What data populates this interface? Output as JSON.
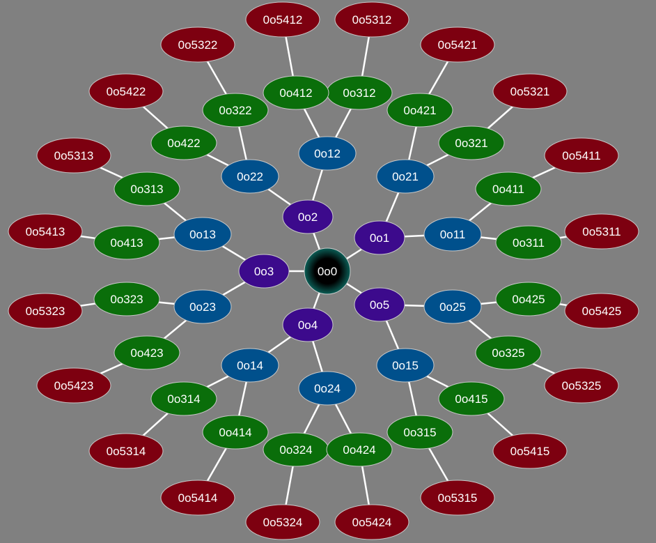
{
  "colors": {
    "background": "#808080",
    "edge": "#ffffff",
    "level0": "#000000",
    "level0_glow": "#0b5f57",
    "level1": "#3c0a8c",
    "level2": "#00508c",
    "level3": "#0a6e0a",
    "level4": "#7d0010",
    "label": "#ffffff"
  },
  "nodes": [
    {
      "id": "0o0",
      "level": 0
    },
    {
      "id": "0o1",
      "level": 1
    },
    {
      "id": "0o2",
      "level": 1
    },
    {
      "id": "0o3",
      "level": 1
    },
    {
      "id": "0o4",
      "level": 1
    },
    {
      "id": "0o5",
      "level": 1
    },
    {
      "id": "0o11",
      "level": 2
    },
    {
      "id": "0o12",
      "level": 2
    },
    {
      "id": "0o13",
      "level": 2
    },
    {
      "id": "0o14",
      "level": 2
    },
    {
      "id": "0o15",
      "level": 2
    },
    {
      "id": "0o21",
      "level": 2
    },
    {
      "id": "0o22",
      "level": 2
    },
    {
      "id": "0o23",
      "level": 2
    },
    {
      "id": "0o24",
      "level": 2
    },
    {
      "id": "0o25",
      "level": 2
    },
    {
      "id": "0o311",
      "level": 3
    },
    {
      "id": "0o312",
      "level": 3
    },
    {
      "id": "0o313",
      "level": 3
    },
    {
      "id": "0o314",
      "level": 3
    },
    {
      "id": "0o315",
      "level": 3
    },
    {
      "id": "0o321",
      "level": 3
    },
    {
      "id": "0o322",
      "level": 3
    },
    {
      "id": "0o323",
      "level": 3
    },
    {
      "id": "0o324",
      "level": 3
    },
    {
      "id": "0o325",
      "level": 3
    },
    {
      "id": "0o411",
      "level": 3
    },
    {
      "id": "0o412",
      "level": 3
    },
    {
      "id": "0o413",
      "level": 3
    },
    {
      "id": "0o414",
      "level": 3
    },
    {
      "id": "0o415",
      "level": 3
    },
    {
      "id": "0o421",
      "level": 3
    },
    {
      "id": "0o422",
      "level": 3
    },
    {
      "id": "0o423",
      "level": 3
    },
    {
      "id": "0o424",
      "level": 3
    },
    {
      "id": "0o425",
      "level": 3
    },
    {
      "id": "0o5311",
      "level": 4
    },
    {
      "id": "0o5312",
      "level": 4
    },
    {
      "id": "0o5313",
      "level": 4
    },
    {
      "id": "0o5314",
      "level": 4
    },
    {
      "id": "0o5315",
      "level": 4
    },
    {
      "id": "0o5321",
      "level": 4
    },
    {
      "id": "0o5322",
      "level": 4
    },
    {
      "id": "0o5323",
      "level": 4
    },
    {
      "id": "0o5324",
      "level": 4
    },
    {
      "id": "0o5325",
      "level": 4
    },
    {
      "id": "0o5411",
      "level": 4
    },
    {
      "id": "0o5412",
      "level": 4
    },
    {
      "id": "0o5413",
      "level": 4
    },
    {
      "id": "0o5414",
      "level": 4
    },
    {
      "id": "0o5415",
      "level": 4
    },
    {
      "id": "0o5421",
      "level": 4
    },
    {
      "id": "0o5422",
      "level": 4
    },
    {
      "id": "0o5423",
      "level": 4
    },
    {
      "id": "0o5424",
      "level": 4
    },
    {
      "id": "0o5425",
      "level": 4
    }
  ],
  "edges": [
    [
      "0o0",
      "0o1"
    ],
    [
      "0o0",
      "0o2"
    ],
    [
      "0o0",
      "0o3"
    ],
    [
      "0o0",
      "0o4"
    ],
    [
      "0o0",
      "0o5"
    ],
    [
      "0o1",
      "0o11"
    ],
    [
      "0o1",
      "0o21"
    ],
    [
      "0o2",
      "0o12"
    ],
    [
      "0o2",
      "0o22"
    ],
    [
      "0o3",
      "0o13"
    ],
    [
      "0o3",
      "0o23"
    ],
    [
      "0o4",
      "0o14"
    ],
    [
      "0o4",
      "0o24"
    ],
    [
      "0o5",
      "0o15"
    ],
    [
      "0o5",
      "0o25"
    ],
    [
      "0o11",
      "0o311"
    ],
    [
      "0o11",
      "0o411"
    ],
    [
      "0o12",
      "0o312"
    ],
    [
      "0o12",
      "0o412"
    ],
    [
      "0o13",
      "0o313"
    ],
    [
      "0o13",
      "0o413"
    ],
    [
      "0o14",
      "0o314"
    ],
    [
      "0o14",
      "0o414"
    ],
    [
      "0o15",
      "0o315"
    ],
    [
      "0o15",
      "0o415"
    ],
    [
      "0o21",
      "0o321"
    ],
    [
      "0o21",
      "0o421"
    ],
    [
      "0o22",
      "0o322"
    ],
    [
      "0o22",
      "0o422"
    ],
    [
      "0o23",
      "0o323"
    ],
    [
      "0o23",
      "0o423"
    ],
    [
      "0o24",
      "0o324"
    ],
    [
      "0o24",
      "0o424"
    ],
    [
      "0o25",
      "0o325"
    ],
    [
      "0o25",
      "0o425"
    ],
    [
      "0o311",
      "0o5311"
    ],
    [
      "0o312",
      "0o5312"
    ],
    [
      "0o313",
      "0o5313"
    ],
    [
      "0o314",
      "0o5314"
    ],
    [
      "0o315",
      "0o5315"
    ],
    [
      "0o321",
      "0o5321"
    ],
    [
      "0o322",
      "0o5322"
    ],
    [
      "0o323",
      "0o5323"
    ],
    [
      "0o324",
      "0o5324"
    ],
    [
      "0o325",
      "0o5325"
    ],
    [
      "0o411",
      "0o5411"
    ],
    [
      "0o412",
      "0o5412"
    ],
    [
      "0o413",
      "0o5413"
    ],
    [
      "0o414",
      "0o5414"
    ],
    [
      "0o415",
      "0o5415"
    ],
    [
      "0o421",
      "0o5421"
    ],
    [
      "0o422",
      "0o5422"
    ],
    [
      "0o423",
      "0o5423"
    ],
    [
      "0o424",
      "0o5424"
    ],
    [
      "0o425",
      "0o5425"
    ]
  ]
}
